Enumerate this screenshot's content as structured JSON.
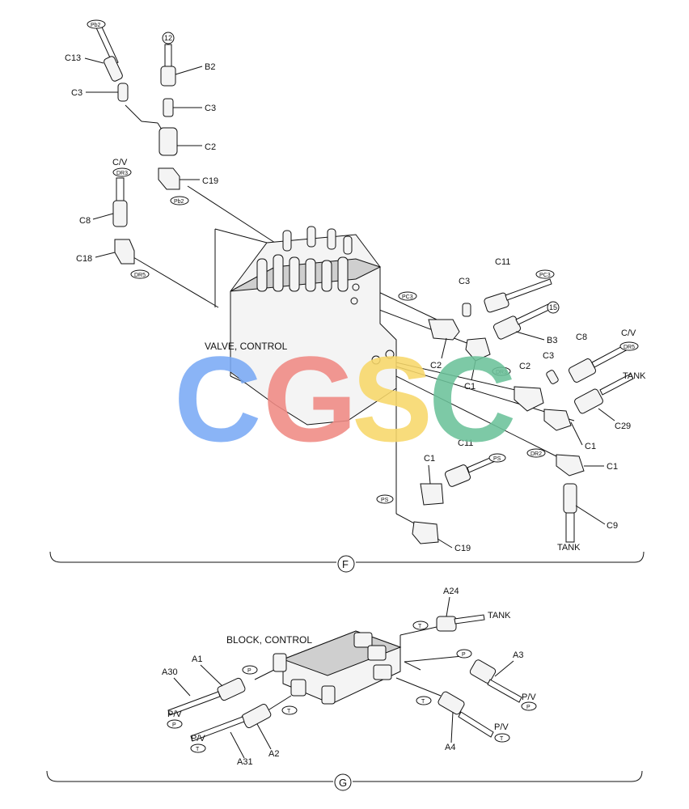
{
  "section_f": {
    "marker": "F",
    "assembly_label": "VALVE, CONTROL",
    "parts": {
      "c13": "C13",
      "c3_top_left": "C3",
      "b2": "B2",
      "c3_top_mid": "C3",
      "c2_top": "C2",
      "c19_top": "C19",
      "cv_left": "C/V",
      "c8_left": "C8",
      "c18": "C18",
      "c3_right_a": "C3",
      "c11_right_a": "C11",
      "c2_right_a": "C2",
      "c1_right_a": "C1",
      "b3": "B3",
      "c8_right": "C8",
      "cv_right": "C/V",
      "c3_right_b": "C3",
      "c2_right_b": "C2",
      "tank_right": "TANK",
      "c29": "C29",
      "c1_right_b": "C1",
      "c1_right_c": "C1",
      "c11_lower": "C11",
      "c1_lower": "C1",
      "c19_lower": "C19",
      "c9": "C9",
      "tank_bottom": "TANK"
    },
    "circled_numbers": {
      "n12": "12",
      "n15": "15"
    },
    "port_tags": {
      "pb2_top": "Pb2",
      "pb2_mid": "Pb2",
      "dr3_left": "DR3",
      "dr5_left": "DR5",
      "pc3_mid": "PC3",
      "pc3_right": "PC3",
      "dr5_right": "DR5",
      "dr3_right": "DR3",
      "dr2": "DR2",
      "ps_right": "PS",
      "ps_left": "PS"
    }
  },
  "section_g": {
    "marker": "G",
    "assembly_label": "BLOCK, CONTROL",
    "parts": {
      "a24": "A24",
      "tank": "TANK",
      "a1": "A1",
      "a30": "A30",
      "a3": "A3",
      "pv_right": "P/V",
      "pv_left_top": "P/V",
      "pv_left_bottom": "P/V",
      "a2": "A2",
      "a31": "A31",
      "a4": "A4",
      "pv_lower_right": "P/V"
    },
    "port_tags": {
      "t_top": "T",
      "p_right": "P",
      "p_left": "P",
      "t_center": "T",
      "t_lower": "T",
      "p_pv_right": "P",
      "p_pv_left": "P",
      "t_pv_left": "T",
      "t_pv_lower_right": "T"
    }
  },
  "watermark": {
    "letters": [
      "C",
      "G",
      "S",
      "C"
    ],
    "colors": [
      "#7aaaf5",
      "#f08a84",
      "#f8d86a",
      "#6cc29a"
    ]
  }
}
